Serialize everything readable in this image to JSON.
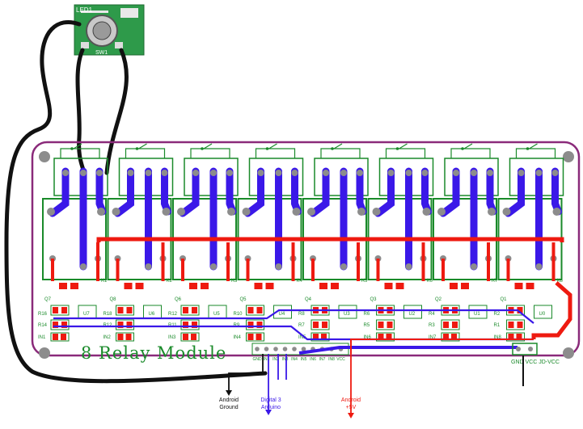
{
  "switch_board": {
    "led_label": "LED1",
    "switch_label": "SW1"
  },
  "module": {
    "title": "8 Relay Module",
    "relay_labels": [
      "K1",
      "K2",
      "K3",
      "K4",
      "K5",
      "K6",
      "K7",
      "K8"
    ],
    "transistor_labels": [
      "Q7",
      "Q8",
      "Q6",
      "Q5",
      "Q4",
      "Q3",
      "Q2",
      "Q1"
    ],
    "resistor_labels_top": [
      "R16",
      "R18",
      "R12",
      "R10",
      "R8",
      "R6",
      "R4",
      "R2"
    ],
    "resistor_labels_mid": [
      "R14",
      "R12",
      "R11",
      "R9",
      "R7",
      "R5",
      "R3",
      "R1"
    ],
    "driver_labels": [
      "U7",
      "U6",
      "U5",
      "U4",
      "U3",
      "U2",
      "U1",
      "U0"
    ],
    "input_labels": [
      "IN1",
      "IN2",
      "IN3",
      "IN4",
      "IN5",
      "IN6",
      "IN7",
      "IN8"
    ],
    "bottom_pins": [
      "GND",
      "IN1",
      "IN2",
      "IN3",
      "IN4",
      "IN5",
      "IN6",
      "IN7",
      "IN8",
      "VCC"
    ],
    "power_header": "GND VCC  JD-VCC"
  },
  "annotations": {
    "ground": [
      "Android",
      "Ground"
    ],
    "digital": [
      "Digital 3",
      "Arduino"
    ],
    "power": [
      "Android",
      "+5V"
    ]
  },
  "colors": {
    "board_outline": "#8a2a7a",
    "relay_green": "#1a8a2a",
    "trace_blue": "#3a18e8",
    "trace_red": "#ee1a10",
    "wire_black": "#111111",
    "pcb_green": "#2e9a4a"
  }
}
